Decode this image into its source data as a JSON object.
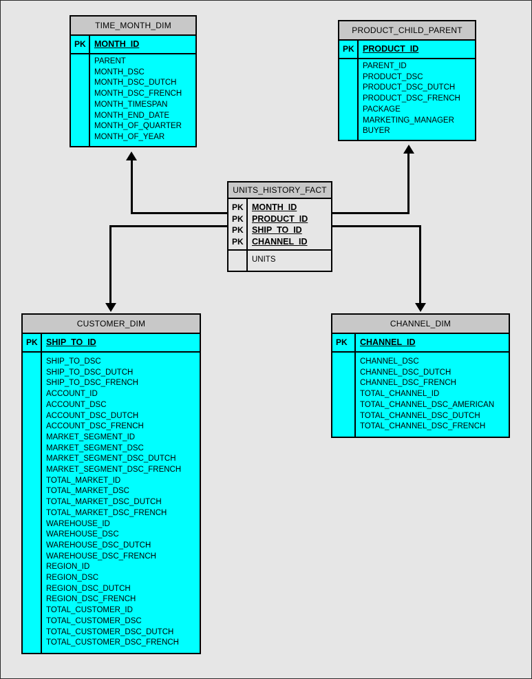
{
  "diagram": {
    "title": "Star schema ER diagram",
    "background_color": "#e6e6e6",
    "entity_fill_color": "#00ffff",
    "entity_header_color": "#c8c8c8",
    "fact_fill_color": "#e6e6e6",
    "line_color": "#000000",
    "key_label": "PK"
  },
  "entities": {
    "time_month_dim": {
      "name": "TIME_MONTH_DIM",
      "key_label": "PK",
      "primary_keys": [
        "MONTH_ID"
      ],
      "attributes": [
        "PARENT",
        "MONTH_DSC",
        "MONTH_DSC_DUTCH",
        "MONTH_DSC_FRENCH",
        "MONTH_TIMESPAN",
        "MONTH_END_DATE",
        "MONTH_OF_QUARTER",
        "MONTH_OF_YEAR"
      ]
    },
    "product_child_parent": {
      "name": "PRODUCT_CHILD_PARENT",
      "key_label": "PK",
      "primary_keys": [
        "PRODUCT_ID"
      ],
      "attributes": [
        "PARENT_ID",
        "PRODUCT_DSC",
        "PRODUCT_DSC_DUTCH",
        "PRODUCT_DSC_FRENCH",
        "PACKAGE",
        "MARKETING_MANAGER",
        "BUYER"
      ]
    },
    "units_history_fact": {
      "name": "UNITS_HISTORY_FACT",
      "key_label": "PK",
      "primary_keys": [
        "MONTH_ID",
        "PRODUCT_ID",
        "SHIP_TO_ID",
        "CHANNEL_ID"
      ],
      "attributes": [
        "UNITS"
      ]
    },
    "customer_dim": {
      "name": "CUSTOMER_DIM",
      "key_label": "PK",
      "primary_keys": [
        "SHIP_TO_ID"
      ],
      "attributes": [
        "SHIP_TO_DSC",
        "SHIP_TO_DSC_DUTCH",
        "SHIP_TO_DSC_FRENCH",
        "ACCOUNT_ID",
        "ACCOUNT_DSC",
        "ACCOUNT_DSC_DUTCH",
        "ACCOUNT_DSC_FRENCH",
        "MARKET_SEGMENT_ID",
        "MARKET_SEGMENT_DSC",
        "MARKET_SEGMENT_DSC_DUTCH",
        "MARKET_SEGMENT_DSC_FRENCH",
        "TOTAL_MARKET_ID",
        "TOTAL_MARKET_DSC",
        "TOTAL_MARKET_DSC_DUTCH",
        "TOTAL_MARKET_DSC_FRENCH",
        "WAREHOUSE_ID",
        "WAREHOUSE_DSC",
        "WAREHOUSE_DSC_DUTCH",
        "WAREHOUSE_DSC_FRENCH",
        "REGION_ID",
        "REGION_DSC",
        "REGION_DSC_DUTCH",
        "REGION_DSC_FRENCH",
        "TOTAL_CUSTOMER_ID",
        "TOTAL_CUSTOMER_DSC",
        "TOTAL_CUSTOMER_DSC_DUTCH",
        "TOTAL_CUSTOMER_DSC_FRENCH"
      ]
    },
    "channel_dim": {
      "name": "CHANNEL_DIM",
      "key_label": "PK",
      "primary_keys": [
        "CHANNEL_ID"
      ],
      "attributes": [
        "CHANNEL_DSC",
        "CHANNEL_DSC_DUTCH",
        "CHANNEL_DSC_FRENCH",
        "TOTAL_CHANNEL_ID",
        "TOTAL_CHANNEL_DSC_AMERICAN",
        "TOTAL_CHANNEL_DSC_DUTCH",
        "TOTAL_CHANNEL_DSC_FRENCH"
      ]
    }
  },
  "relationships": [
    {
      "from": "units_history_fact",
      "to": "time_month_dim",
      "on": "MONTH_ID",
      "direction": "up-left"
    },
    {
      "from": "units_history_fact",
      "to": "product_child_parent",
      "on": "PRODUCT_ID",
      "direction": "up-right"
    },
    {
      "from": "units_history_fact",
      "to": "customer_dim",
      "on": "SHIP_TO_ID",
      "direction": "down-left"
    },
    {
      "from": "units_history_fact",
      "to": "channel_dim",
      "on": "CHANNEL_ID",
      "direction": "down-right"
    }
  ]
}
